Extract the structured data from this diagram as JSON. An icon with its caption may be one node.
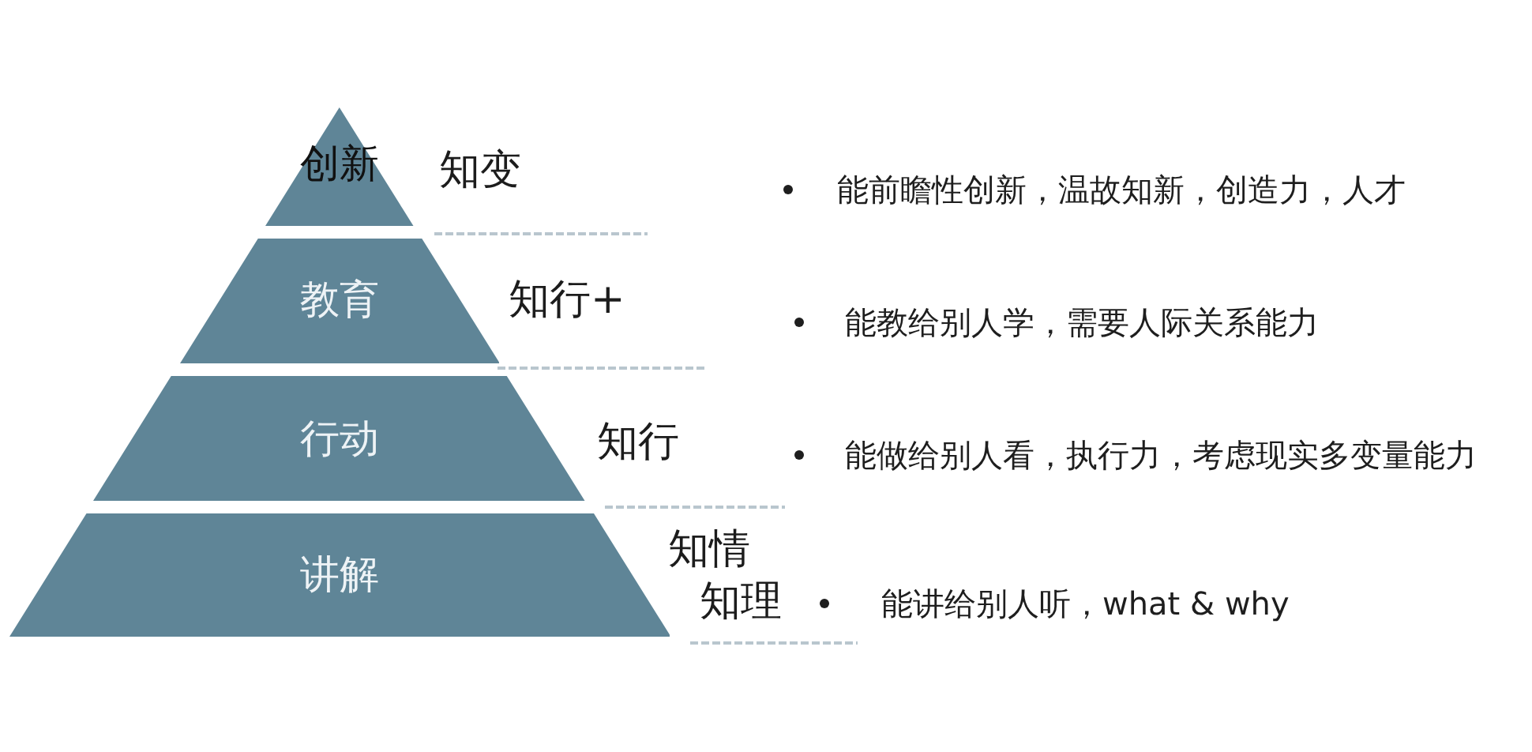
{
  "diagram": {
    "nodes": [
      {
        "text": [
          "创新"
        ],
        "beside": [
          "知变"
        ]
      },
      {
        "text": [
          "教育"
        ],
        "beside": [
          "知行+"
        ]
      },
      {
        "text": [
          "行动"
        ],
        "beside": [
          "知行"
        ]
      },
      {
        "text": [
          "讲解"
        ],
        "beside": [
          "知情",
          "知理"
        ]
      }
    ],
    "labels": [
      "能前瞻性创新，温故知新，创造力，人才",
      "能教给别人学，需要人际关系能力",
      "能做给别人看，执行力，考虑现实多变量能力",
      "能讲给别人听，what & why"
    ]
  }
}
